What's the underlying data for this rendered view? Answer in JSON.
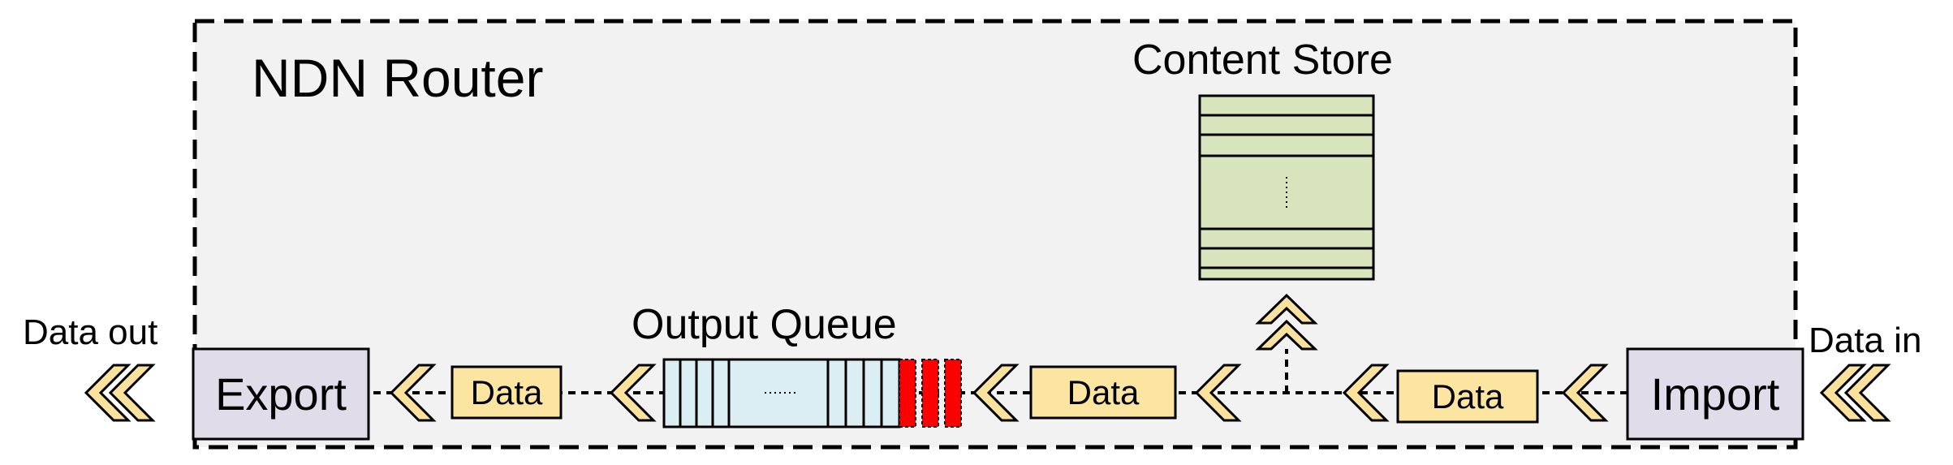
{
  "title": "NDN Router",
  "content_store": {
    "label": "Content Store",
    "ellipsis": "⋮"
  },
  "output_queue": {
    "label": "Output Queue",
    "ellipsis": "……"
  },
  "export_block": {
    "label": "Export"
  },
  "import_block": {
    "label": "Import"
  },
  "data_out_label": "Data out",
  "data_in_label": "Data in",
  "packets": [
    {
      "label": "Data"
    },
    {
      "label": "Data"
    },
    {
      "label": "Data"
    }
  ],
  "colors": {
    "router_fill": "#f2f2f2",
    "block_fill": "#e0dcea",
    "packet_fill": "#fbe5a0",
    "content_store_fill": "#d8e4bc",
    "queue_fill": "#dbeef3",
    "queue_highlight": "#ff0000",
    "arrow_fill": "#fbe29c"
  }
}
